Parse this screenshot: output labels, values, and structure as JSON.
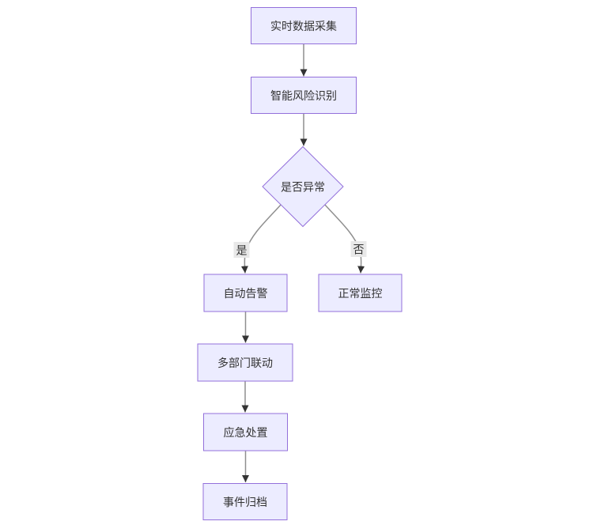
{
  "diagram": {
    "type": "flowchart",
    "direction": "top-down",
    "nodes": [
      {
        "id": "A",
        "label": "实时数据采集",
        "shape": "rect"
      },
      {
        "id": "B",
        "label": "智能风险识别",
        "shape": "rect"
      },
      {
        "id": "C",
        "label": "是否异常",
        "shape": "diamond"
      },
      {
        "id": "D",
        "label": "自动告警",
        "shape": "rect"
      },
      {
        "id": "E",
        "label": "正常监控",
        "shape": "rect"
      },
      {
        "id": "F",
        "label": "多部门联动",
        "shape": "rect"
      },
      {
        "id": "G",
        "label": "应急处置",
        "shape": "rect"
      },
      {
        "id": "H",
        "label": "事件归档",
        "shape": "rect"
      }
    ],
    "edges": [
      {
        "from": "A",
        "to": "B",
        "label": ""
      },
      {
        "from": "B",
        "to": "C",
        "label": ""
      },
      {
        "from": "C",
        "to": "D",
        "label": "是"
      },
      {
        "from": "C",
        "to": "E",
        "label": "否"
      },
      {
        "from": "D",
        "to": "F",
        "label": ""
      },
      {
        "from": "F",
        "to": "G",
        "label": ""
      },
      {
        "from": "G",
        "to": "H",
        "label": ""
      }
    ],
    "colors": {
      "background": "#ffffff",
      "node_fill": "#ECECFF",
      "node_border": "#9370DB",
      "node_text": "#333333",
      "edge_line": "#8f8f8f",
      "arrowhead": "#333333",
      "edge_label_bg": "#e8e8e8",
      "edge_label_text": "#333333"
    }
  }
}
